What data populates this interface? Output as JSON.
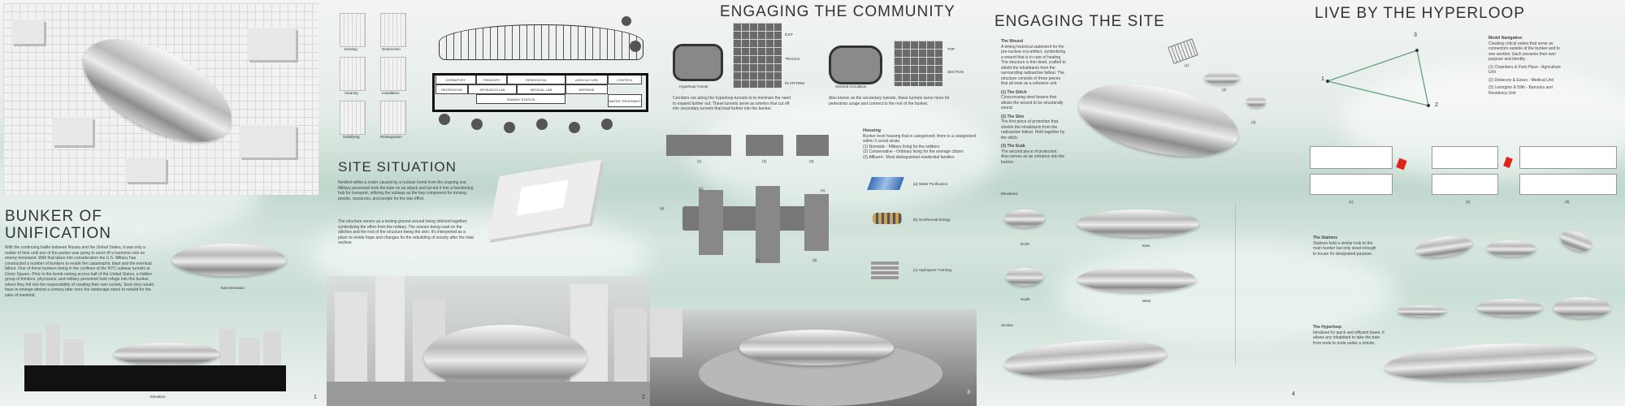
{
  "panel1": {
    "title_line1": "BUNKER OF",
    "title_line2": "UNIFICATION",
    "body": "With the continuing battle between Russia and the United States, it was only a matter of time until one of the parties was going to send off a harmonic into an enemy homeland. With that taken into consideration the U.S. Military has constructed a number of bunkers to evade the catastrophic blast and the eventual fallout. One of these bunkers being in the confines of the NYC subway tunnels at Union Square. Prior to the bomb raining across half of the United States, a hidden group of thinkers, physicians, and military personnel took refuge into this bunker, where they fell into the responsibility of creating their own society. Soon they would have to emerge almost a century later once the landscape starts to rebuild for the sake of mankind.",
    "caption_east": "East Elevation",
    "caption_elev": "Elevation",
    "page": "1"
  },
  "panel2": {
    "labels": [
      "Existing",
      "Destruction",
      "Clearing",
      "Installation",
      "Solidifying",
      "Reintegration"
    ],
    "diagram_boxes": [
      "DORMITORY",
      "TREASURY",
      "RESIDENTIAL",
      "AGRICULTURE",
      "CONTROL",
      "RECREATION",
      "RESEARCH LAB",
      "MEDICAL LAB",
      "DEFENSE",
      "SUBWAY STATION",
      "WATER TREATMENT"
    ],
    "site_title": "SITE SITUATION",
    "site_text1": "Nestled within a crater caused by a nuclear bomb from the ongoing war, Military personnel took the tube on an attack and turned it into a functioning hub for transport, utilizing the subway as the key component for moving people, resources, and people for the war effort.",
    "site_text2": "The structure serves as a testing ground around being stitched together, symbolizing the effort from the military. The scenes being read on the stitches and the rest of the structure being the skin. It's interpreted as a place to reside hope and changes for the rebuilding of society after the total nuclear.",
    "page": "2"
  },
  "panel3": {
    "title": "ENGAGING THE COMMUNITY",
    "tunnel_label": "Hyperloop Tunnel",
    "circ_label": "General Circulation",
    "corridor_text": "Corridors run along the hyperloop tunnels to to minimize the need to expand further out. These tunnels serve as arteries that cut off into secondary tunnels that lead further into the bunker.",
    "circ_text": "Also known as the secondary tunnels, these tunnels serve more for pedestrian usage and connect to the rest of the bunker.",
    "sec_labels": [
      "EXIT",
      "TRACKS",
      "PLATFORM",
      "TOP",
      "SECTION"
    ],
    "housing_title": "Housing",
    "housing_text": "Bunker level housing that is categorized; there is a categorized within 3 social strata",
    "housing_list": [
      "(1) Nomadic - Military living for the soldiers",
      "(2) Conservative - Ordinary living for the average citizen",
      "(3) Affluent - Most distinguished residential families"
    ],
    "unit_labels": [
      "(1)",
      "(2)",
      "(3)"
    ],
    "plan_labels": [
      "(a)",
      "(b)",
      "(c)",
      "(d)",
      "(e)"
    ],
    "energy_labels": [
      "(a) Water Purification",
      "(b) Geothermal Energy",
      "(c) Hydroponic Farming"
    ],
    "page": "3"
  },
  "panel4": {
    "title": "ENGAGING THE SITE",
    "wound_title": "The Wound",
    "wound_text": "A timing historical statement for the pre-nuclear era artifact, symbolizing a wound that is in care of healing. The structure is thin-lined, crafted to shield the inhabitants from the surrounding radioactive fallout. The structure consists of three pieces that all work as a cohesive unit.",
    "stitch_title": "(1) The Stitch",
    "stitch_text": "Crisscrossing steel beams that allows the wound to be structurally sound.",
    "skin_title": "(2) The Skin",
    "skin_text": "The first piece of protection that shields the inhabitants from the radioactive fallout. Held together by the stitch.",
    "scab_title": "(3) The Scab",
    "scab_text": "The second piece of protection. Also serves as an entrance into the bunker.",
    "elev_label": "Elevations",
    "elev_names": [
      "North",
      "East",
      "South",
      "West"
    ],
    "section_label": "Section",
    "part_labels": [
      "(1)",
      "(2)",
      "(3)"
    ],
    "page": "4"
  },
  "panel5": {
    "title": "LIVE BY THE HYPERLOOP",
    "nav_title": "Model Navigation",
    "nav_text": "Creating critical nodes that serve as connectors outside of the bunker and to one another. Each presents their own purpose and identity.",
    "nav_list": [
      "(1) Chambers & Park Place - Agriculture Unit",
      "(2) Delancey & Essex - Medical Unit",
      "(3) Lexington & 59th - Barracks and Residency Unit"
    ],
    "nodes": [
      "1",
      "2",
      "3"
    ],
    "strip_labels": [
      "(1)",
      "(2)",
      "(3)"
    ],
    "stations_title": "The Stations",
    "stations_text": "Stations hold a similar look to the main bunker but only sized enough to house it's designated purpose.",
    "hyper_title": "The Hyperloop",
    "hyper_text": "Idealized for quick and efficient travel. It allows any inhabitant to take the train from node to node under a minute."
  },
  "colors": {
    "accent_green": "#5fa27f",
    "node_red": "#e2231a",
    "ink": "#333333"
  }
}
